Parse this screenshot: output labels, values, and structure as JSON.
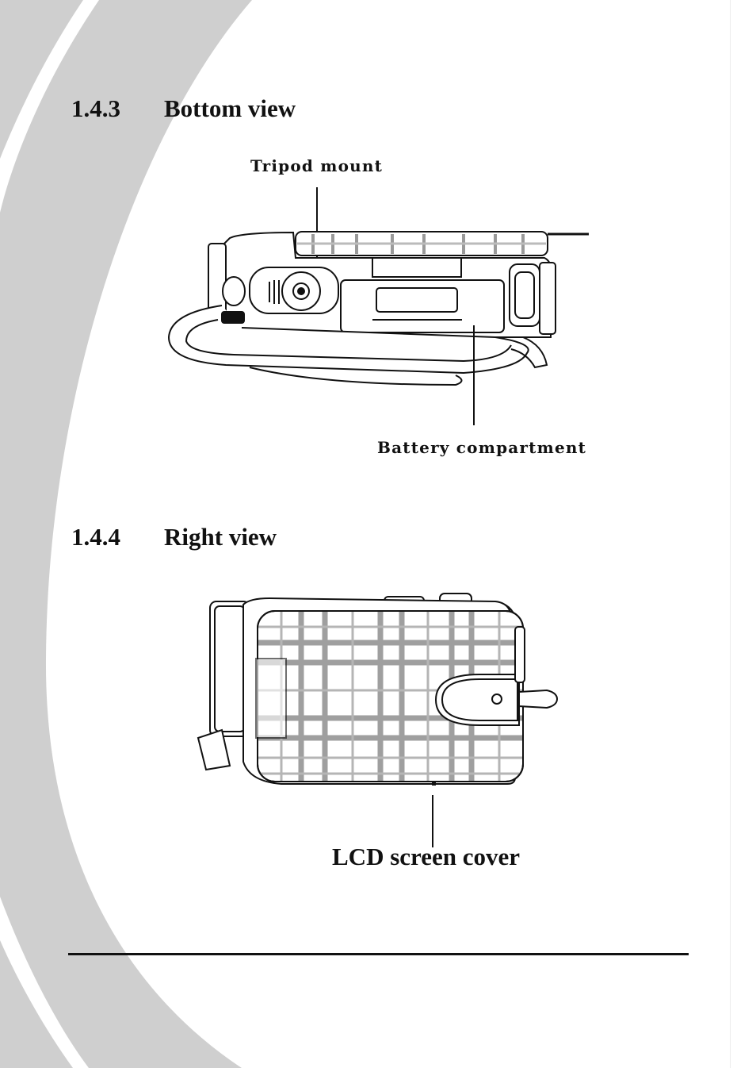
{
  "sections": [
    {
      "number": "1.4.3",
      "title": "Bottom view",
      "callouts": {
        "tripod": "Tripod mount",
        "battery": "Battery compartment"
      }
    },
    {
      "number": "1.4.4",
      "title": "Right view",
      "callouts": {
        "lcd": "LCD screen cover"
      }
    }
  ]
}
